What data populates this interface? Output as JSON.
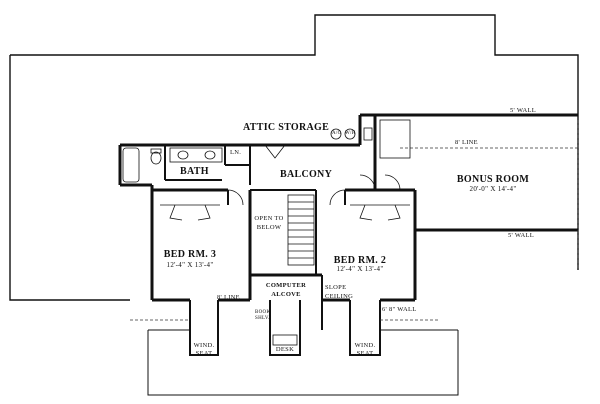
{
  "plan": {
    "rooms": {
      "attic_storage": "ATTIC STORAGE",
      "balcony": "BALCONY",
      "bath": "BATH",
      "linen": "LN.",
      "bonus_room": "BONUS ROOM",
      "bonus_room_dims": "20'-0\" X 14'-4\"",
      "bed_rm_3": "BED RM. 3",
      "bed_rm_3_dims": "12'-4\" X 13'-4\"",
      "bed_rm_2": "BED RM. 2",
      "bed_rm_2_dims": "12'-4\" X 13'-4\"",
      "open_to_below_1": "OPEN TO",
      "open_to_below_2": "BELOW",
      "computer_alcove_1": "COMPUTER",
      "computer_alcove_2": "ALCOVE",
      "slope_ceiling_1": "SLOPE",
      "slope_ceiling_2": "CEILING"
    },
    "notes": {
      "wall_top": "5' WALL",
      "line_bonus": "8' LINE",
      "wall_bottom": "5' WALL",
      "line_left": "8' LINE",
      "wall_right": "6' 8\" WALL",
      "desk": "DESK",
      "shelves_1": "BOOK",
      "shelves_2": "SHLV.",
      "wind_seat_left_1": "WIND.",
      "wind_seat_left_2": "SEAT",
      "wind_seat_right_1": "WIND.",
      "wind_seat_right_2": "SEAT"
    },
    "fixtures": {
      "attic_unit_1": "A/C",
      "attic_unit_2": "W/H"
    }
  }
}
